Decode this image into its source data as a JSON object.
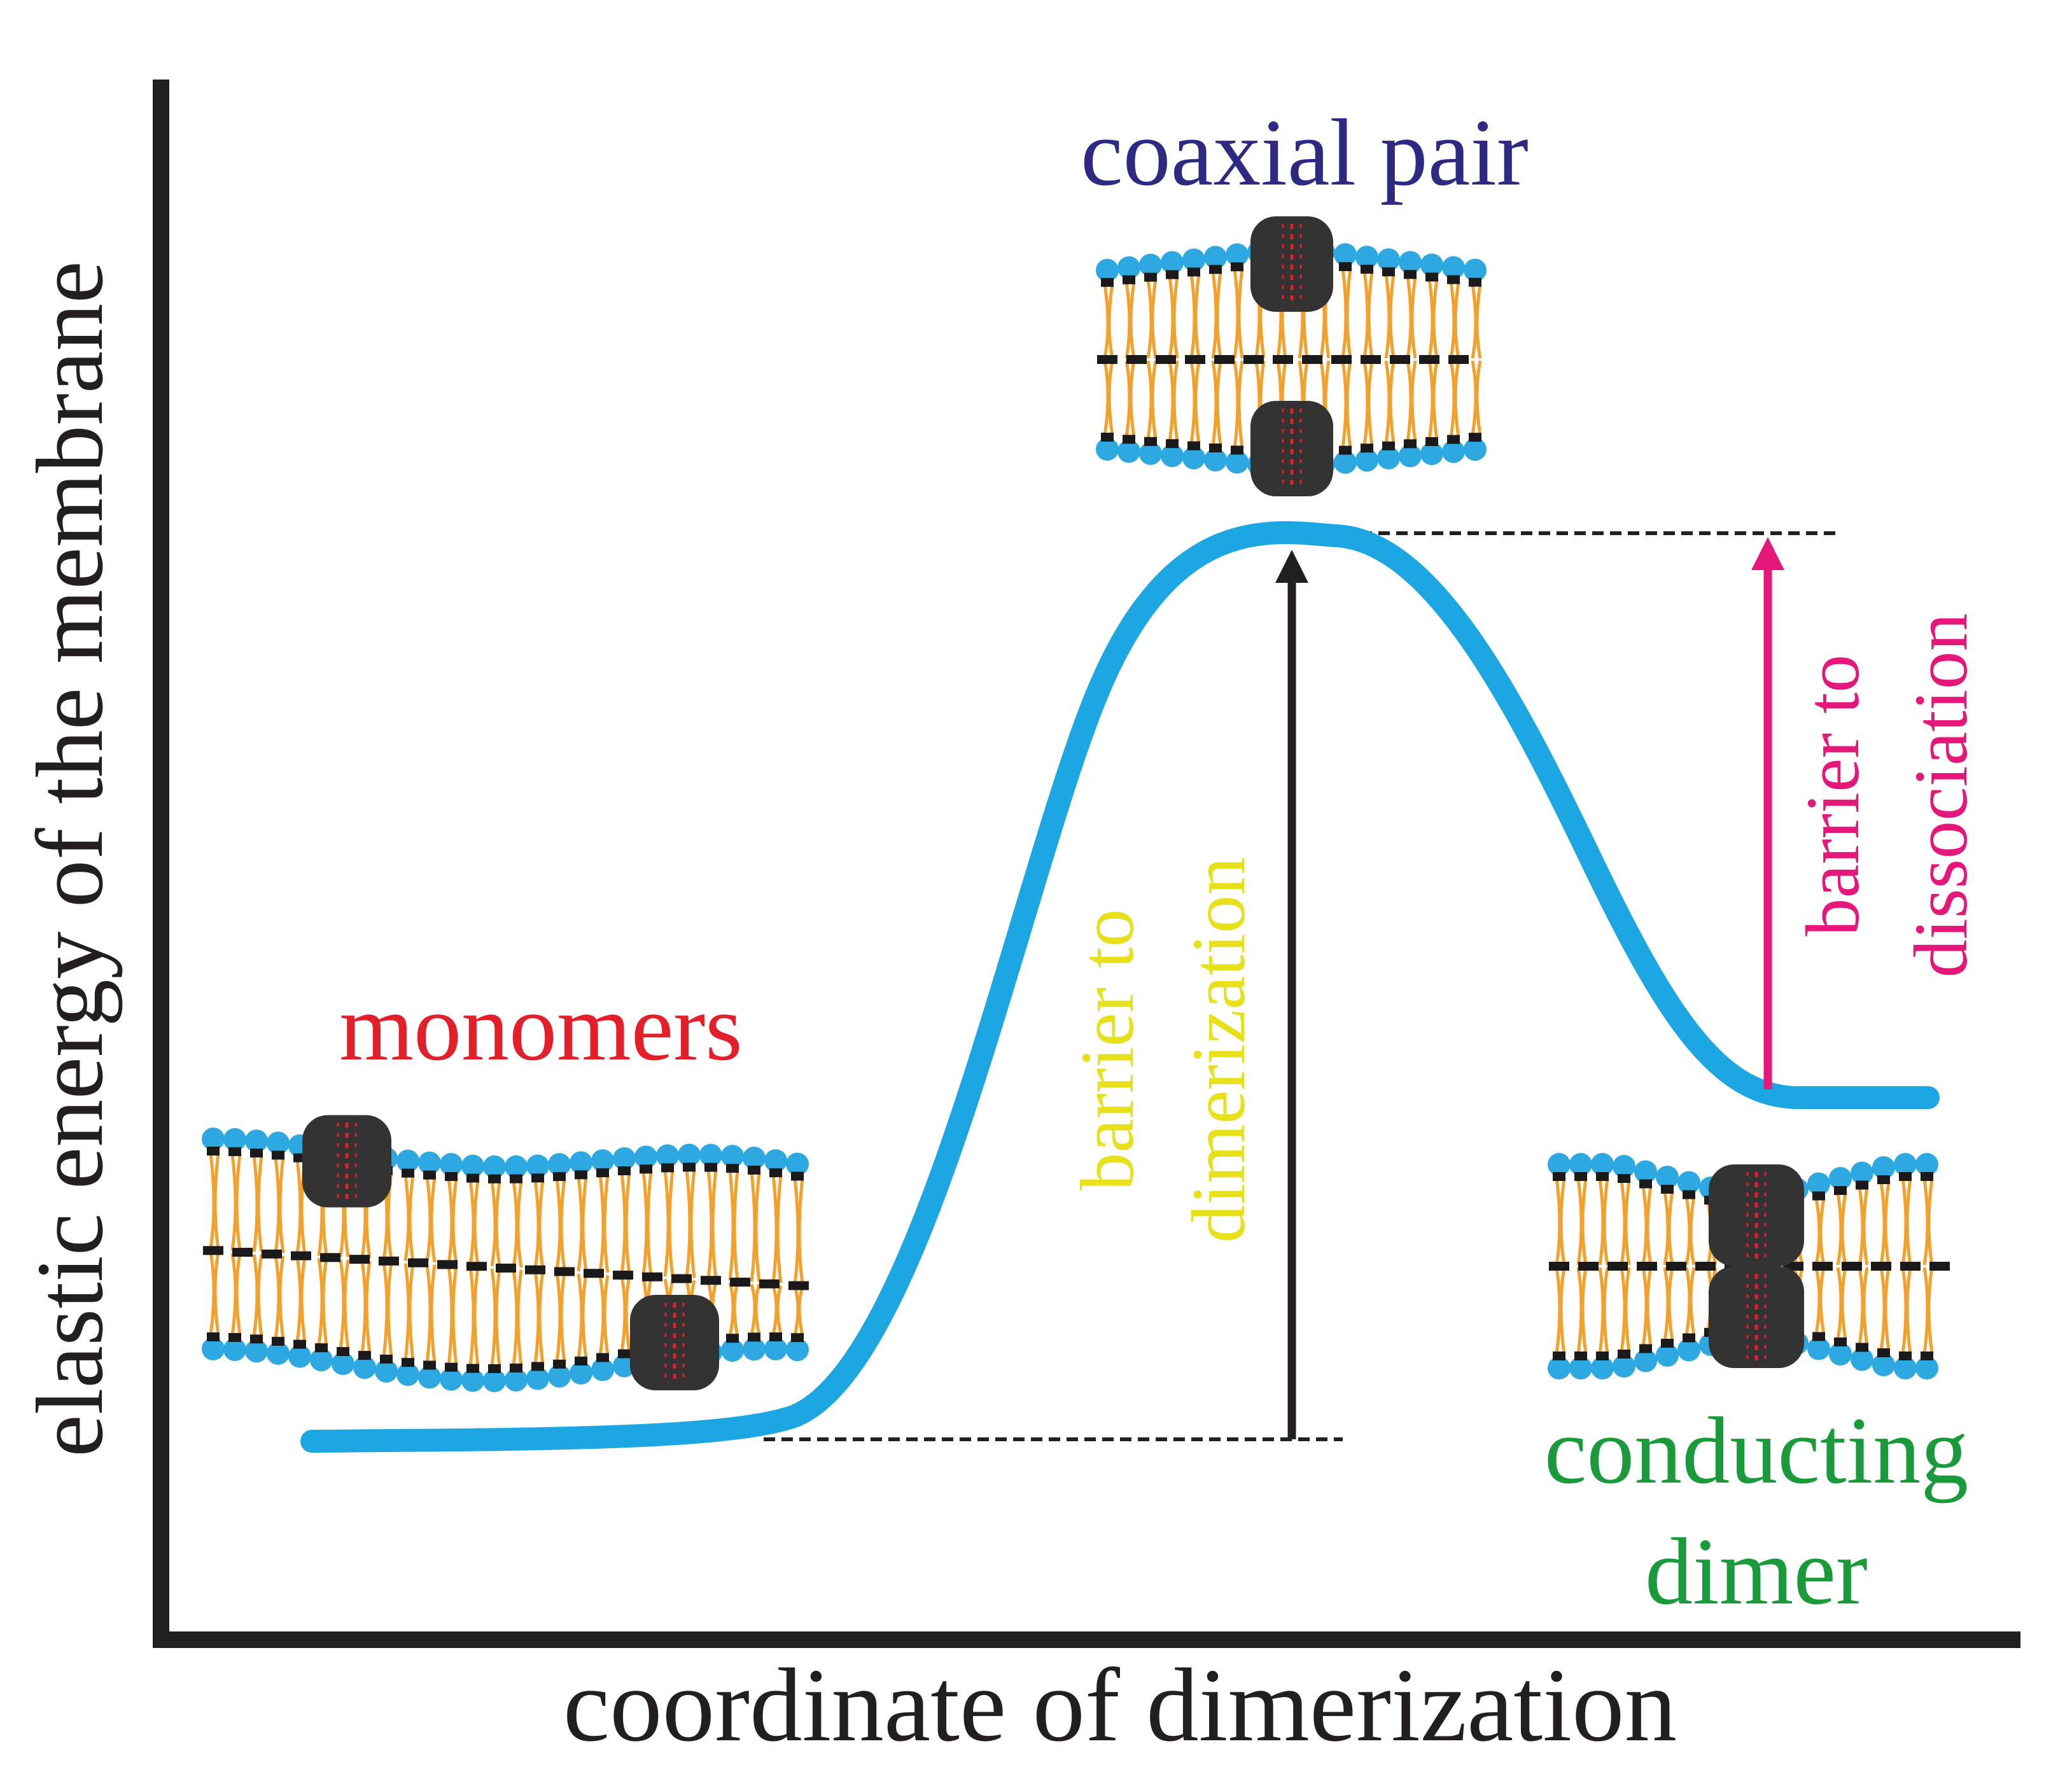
{
  "axes": {
    "x_label": "coordinate of dimerization",
    "y_label": "elastic energy of the membrane"
  },
  "states": {
    "monomers": "monomers",
    "coaxial_pair": "coaxial pair",
    "conducting_dimer_line1": "conducting",
    "conducting_dimer_line2": "dimer"
  },
  "barriers": {
    "dimerization_line1": "barrier to",
    "dimerization_line2": "dimerization",
    "dissociation_line1": "barrier to",
    "dissociation_line2": "dissociation"
  },
  "colors": {
    "axis": "#231f20",
    "curve": "#1ca6e2",
    "monomers": "#e3202a",
    "coaxial_pair": "#2e2a84",
    "conducting_dimer": "#1a9a3a",
    "barrier_dimerization": "#e6e11a",
    "barrier_dissociation": "#e6177a",
    "arrow_dimerization": "#231f20",
    "lipid_head": "#2ea8e0",
    "lipid_tail": "#f2a22c",
    "channel": "#333333"
  }
}
